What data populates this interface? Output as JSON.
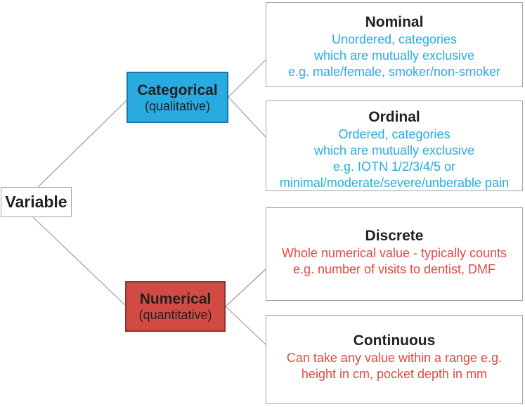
{
  "diagram": {
    "root": {
      "label": "Variable"
    },
    "categories": [
      {
        "id": "categorical",
        "label": "Categorical",
        "sublabel": "(qualitative)"
      },
      {
        "id": "numerical",
        "label": "Numerical",
        "sublabel": "(quantitative)"
      }
    ],
    "leaves": [
      {
        "id": "nominal",
        "title": "Nominal",
        "lines": [
          "Unordered, categories",
          "which are mutually exclusive",
          "e.g. male/female, smoker/non-smoker"
        ]
      },
      {
        "id": "ordinal",
        "title": "Ordinal",
        "lines": [
          "Ordered, categories",
          "which are mutually exclusive",
          "e.g. IOTN 1/2/3/4/5 or",
          "minimal/moderate/severe/unberable pain"
        ]
      },
      {
        "id": "discrete",
        "title": "Discrete",
        "lines": [
          "Whole numerical value - typically counts",
          "e.g. number of visits to dentist, DMF"
        ]
      },
      {
        "id": "continuous",
        "title": "Continuous",
        "lines": [
          "Can take any value within a range e.g.",
          "height in cm, pocket depth in mm"
        ]
      }
    ]
  },
  "colors": {
    "blue": "#29ABE2",
    "blue-border": "#1878A8",
    "red": "#D14A44",
    "red-border": "#94312C",
    "red-text": "#E04A43",
    "dark-text": "#231F20",
    "line": "#9B9B9B",
    "box-border": "#A3A3A3"
  }
}
